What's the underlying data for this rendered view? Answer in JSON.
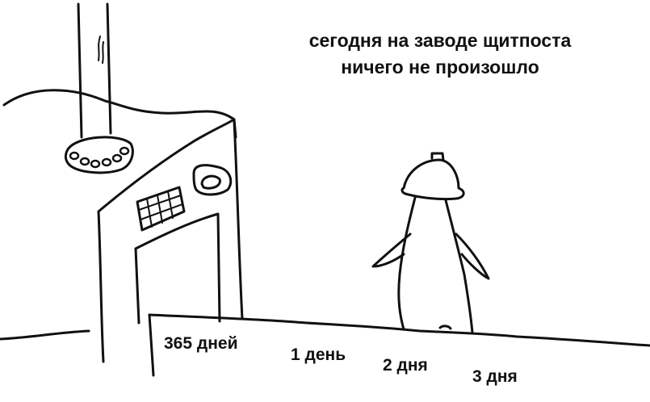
{
  "caption": {
    "line1": "сегодня на заводе щитпоста",
    "line2": "ничего не произошло"
  },
  "road_labels": [
    "365 дней",
    "1 день",
    "2 дня",
    "3 дня"
  ],
  "colors": {
    "ink": "#111111",
    "paper": "#ffffff"
  }
}
